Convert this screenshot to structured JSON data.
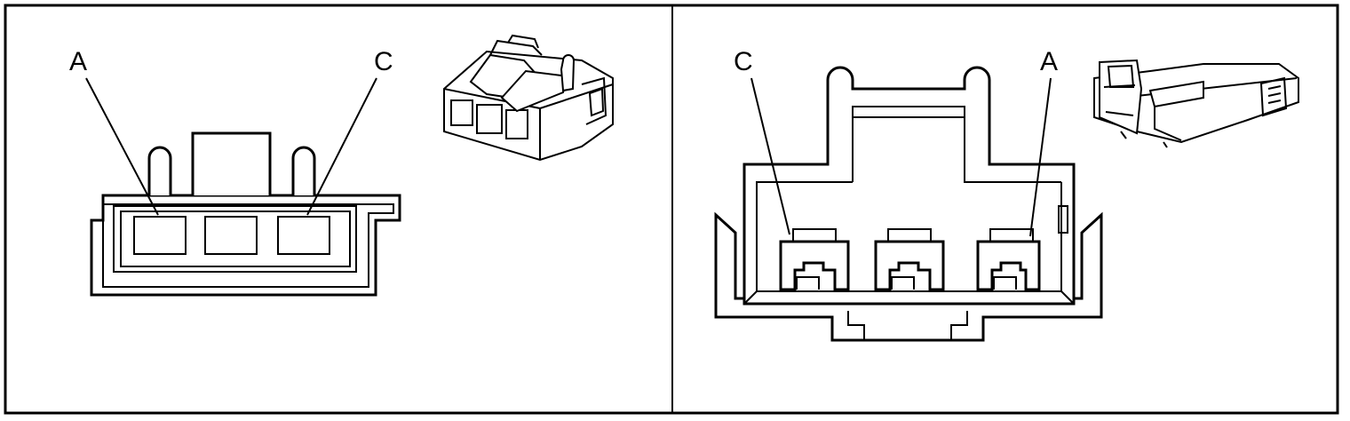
{
  "panels": [
    {
      "id": "left",
      "connector_face": "harness-connector-face",
      "pin_labels": [
        "A",
        "C"
      ],
      "terminal_count": 3
    },
    {
      "id": "right",
      "connector_face": "component-connector-face",
      "pin_labels": [
        "C",
        "A"
      ],
      "terminal_count": 3
    }
  ],
  "colors": {
    "line": "#000000",
    "background": "#ffffff"
  },
  "icons": [
    "connector-isometric-icon",
    "connector-isometric-icon"
  ]
}
